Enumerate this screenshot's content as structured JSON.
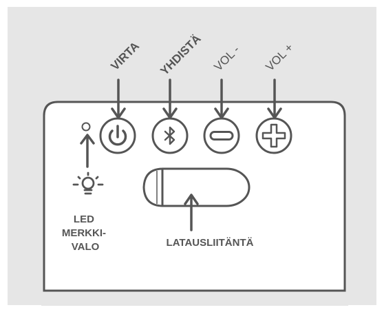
{
  "colors": {
    "background": "#e6e6e6",
    "panel": "#ffffff",
    "stroke": "#555555",
    "text": "#555555"
  },
  "buttons": {
    "power": {
      "label": "VIRTA",
      "icon": "power-icon"
    },
    "connect": {
      "label": "YHDISTÄ",
      "icon": "bluetooth-icon"
    },
    "vol_down": {
      "label": "VOL -",
      "icon": "minus-icon"
    },
    "vol_up": {
      "label": "VOL +",
      "icon": "plus-icon"
    }
  },
  "led": {
    "icon": "lightbulb-icon",
    "label_lines": [
      "LED",
      "MERKKI-",
      "VALO"
    ]
  },
  "charging_port": {
    "label": "LATAUSLIITÄNTÄ"
  }
}
